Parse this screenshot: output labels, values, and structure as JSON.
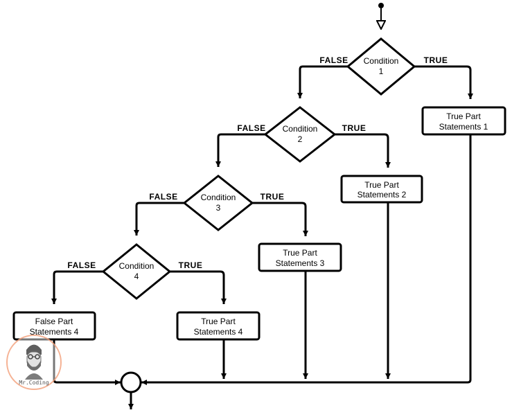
{
  "diagram": {
    "conditions": [
      {
        "name": "Condition",
        "num": "1"
      },
      {
        "name": "Condition",
        "num": "2"
      },
      {
        "name": "Condition",
        "num": "3"
      },
      {
        "name": "Condition",
        "num": "4"
      }
    ],
    "branch_labels": {
      "false": "FALSE",
      "true": "TRUE"
    },
    "statements": [
      {
        "line1": "True Part",
        "line2": "Statements 1"
      },
      {
        "line1": "True Part",
        "line2": "Statements 2"
      },
      {
        "line1": "True Part",
        "line2": "Statements 3"
      },
      {
        "line1": "True Part",
        "line2": "Statements 4"
      },
      {
        "line1": "False Part",
        "line2": "Statements 4"
      }
    ],
    "watermark": "Mr.Coding"
  },
  "colors": {
    "stroke": "#000000",
    "watermark_ring": "#f4a582"
  }
}
